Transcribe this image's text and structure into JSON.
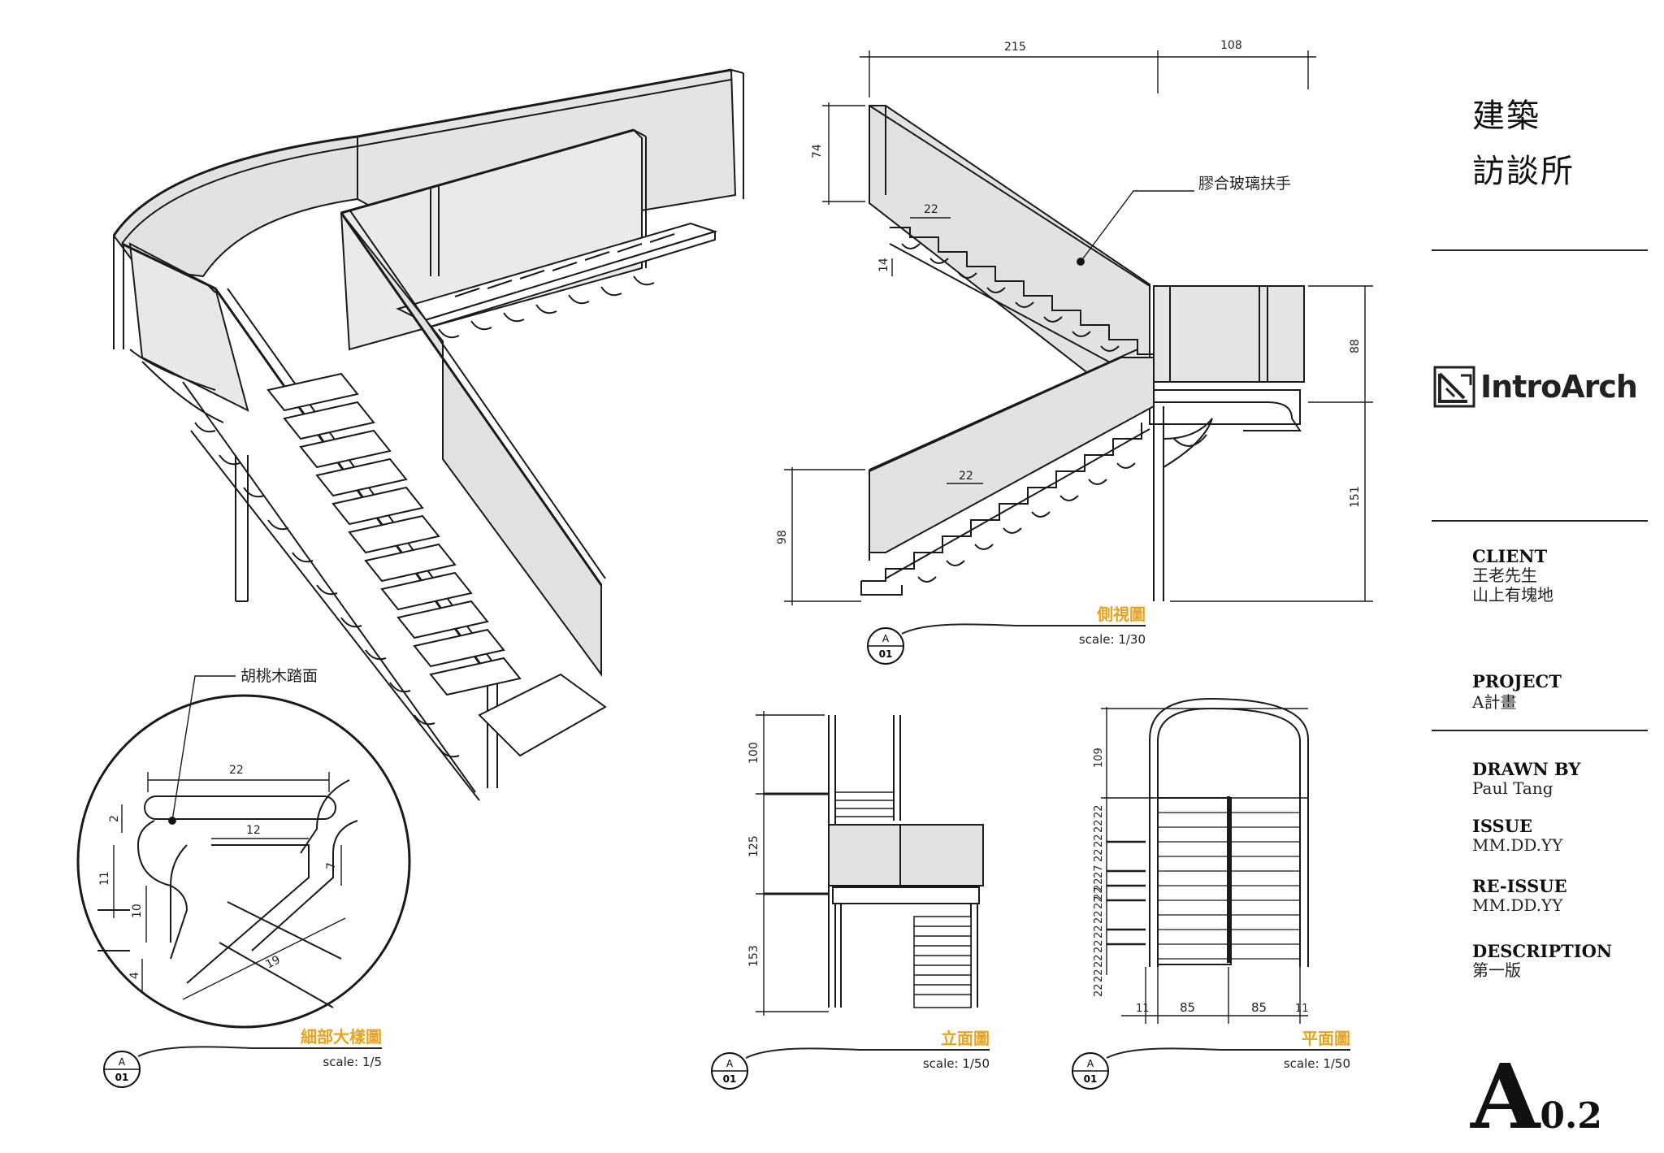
{
  "firm": {
    "line1": "建築",
    "line2": "訪談所"
  },
  "logo": {
    "name": "IntroArch"
  },
  "client": {
    "heading": "CLIENT",
    "name": "王老先生",
    "site": "山上有塊地"
  },
  "project": {
    "heading": "PROJECT",
    "name": "A計畫"
  },
  "drawn_by": {
    "heading": "DRAWN BY",
    "name": "Paul Tang"
  },
  "issue": {
    "heading": "ISSUE",
    "date": "MM.DD.YY"
  },
  "reissue": {
    "heading": "RE-ISSUE",
    "date": "MM.DD.YY"
  },
  "description": {
    "heading": "DESCRIPTION",
    "text": "第一版"
  },
  "sheet_number": {
    "letter": "A",
    "num": "0.2"
  },
  "views": {
    "side": {
      "title": "側視圖",
      "scale": "scale: 1/30",
      "ref_letter": "A",
      "ref_num": "01"
    },
    "detail": {
      "title": "細部大樣圖",
      "scale": "scale: 1/5",
      "ref_letter": "A",
      "ref_num": "01"
    },
    "elevation": {
      "title": "立面圖",
      "scale": "scale: 1/50",
      "ref_letter": "A",
      "ref_num": "01"
    },
    "plan": {
      "title": "平面圖",
      "scale": "scale: 1/50",
      "ref_letter": "A",
      "ref_num": "01"
    }
  },
  "annotations": {
    "glass_rail": "膠合玻璃扶手",
    "walnut_tread": "胡桃木踏面"
  },
  "dims": {
    "side": {
      "top_a": "215",
      "top_b": "108",
      "h74": "74",
      "h88": "88",
      "h151": "151",
      "h98": "98",
      "tread_top": "22",
      "riser_top": "14",
      "tread_bot": "22"
    },
    "detail": {
      "w22": "22",
      "w12": "12",
      "h2": "2",
      "h11": "11",
      "h10": "10",
      "h4": "4",
      "h7": "7",
      "d19": "19"
    },
    "elevation": {
      "h100": "100",
      "h125": "125",
      "h153": "153"
    },
    "plan": {
      "h109": "109",
      "steps": [
        "22",
        "22",
        "22",
        "22",
        "27",
        "22",
        "22",
        "22",
        "22",
        "22",
        "22",
        "22",
        "22",
        "22"
      ],
      "w11a": "11",
      "w85a": "85",
      "w85b": "85",
      "w11b": "11"
    }
  },
  "colors": {
    "accent": "#e8a31c",
    "glass": "#dcdcdc",
    "line": "#1a1a1a"
  }
}
